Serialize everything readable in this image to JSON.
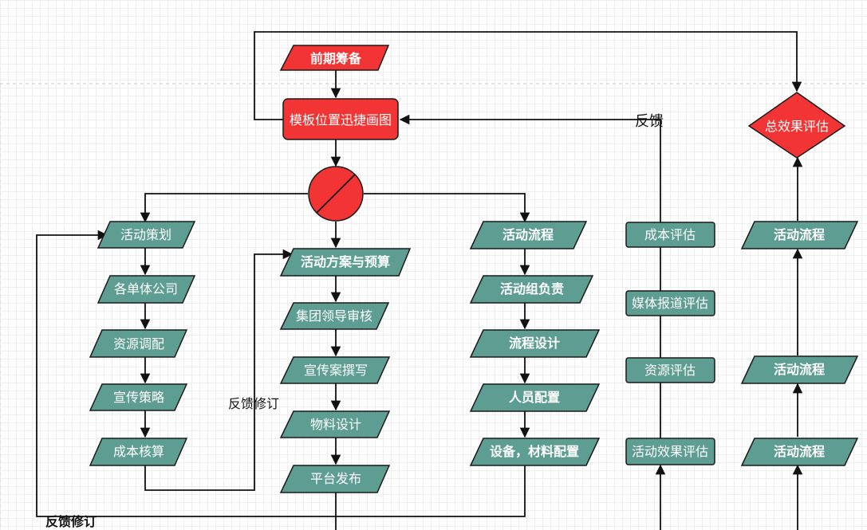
{
  "diagram": {
    "start_node": "前期筹备",
    "template_node": "模板位置迅捷画图",
    "branch_left": [
      "活动策划",
      "各单体公司",
      "资源调配",
      "宣传策略",
      "成本核算"
    ],
    "branch_middle": [
      "活动方案与预算",
      "集团领导审核",
      "宣传案撰写",
      "物料设计",
      "平台发布"
    ],
    "branch_right": [
      "活动流程",
      "活动组负责",
      "流程设计",
      "人员配置",
      "设备，材料配置"
    ],
    "evaluation": [
      "成本评估",
      "媒体报道评估",
      "资源评估",
      "活动效果评估"
    ],
    "far_right": [
      "活动流程",
      "活动流程",
      "活动流程"
    ],
    "total_evaluation": "总效果评估",
    "labels": {
      "feedback": "反馈",
      "feedback_revise_middle": "反馈修订",
      "feedback_revise_bottom": "反馈修订"
    },
    "colors": {
      "green": "#5e9e92",
      "red": "#f23434",
      "grid": "#eeeeee",
      "line": "#111111"
    }
  }
}
